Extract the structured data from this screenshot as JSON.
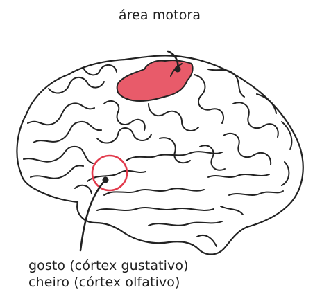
{
  "labels": {
    "motor_area": "área motora",
    "taste": "gosto (córtex gustativo)",
    "smell": "cheiro (córtex olfativo)"
  },
  "colors": {
    "outline": "#222222",
    "motor_fill": "#e85b6a",
    "highlight_circle": "#e2394b",
    "background": "#ffffff"
  }
}
